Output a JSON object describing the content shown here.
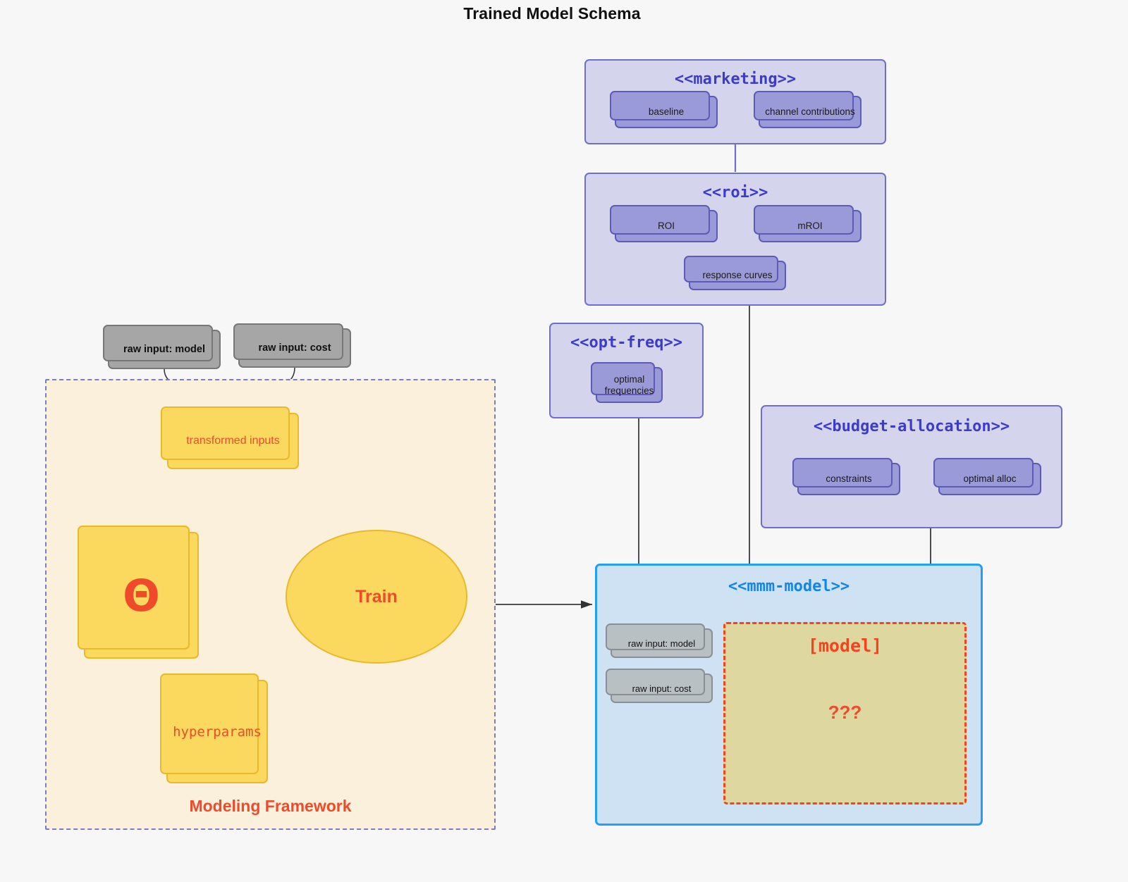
{
  "diagram": {
    "title": "Trained Model Schema",
    "kind": "uml-package-diagram"
  },
  "packages": {
    "marketing": {
      "title": "<<marketing>>",
      "nodes": [
        {
          "label": "baseline"
        },
        {
          "label": "channel contributions"
        }
      ],
      "edge": "bidirectional"
    },
    "roi": {
      "title": "<<roi>>",
      "nodes": [
        {
          "label": "ROI"
        },
        {
          "label": "mROI"
        },
        {
          "label": "response curves"
        }
      ],
      "edge": "bidirectional"
    },
    "opt_freq": {
      "title": "<<opt-freq>>",
      "nodes": [
        {
          "label_line1": "optimal",
          "label_line2": "frequencies"
        }
      ]
    },
    "budget_allocation": {
      "title": "<<budget-allocation>>",
      "nodes": [
        {
          "label": "constraints"
        },
        {
          "label": "optimal alloc"
        }
      ],
      "edge": "bidirectional"
    },
    "mmm_model": {
      "title": "<<mmm-model>>",
      "inputs": [
        {
          "label": "raw input: model"
        },
        {
          "label": "raw input: cost"
        }
      ],
      "model_box": {
        "label": "[model]",
        "unknown": "???"
      }
    }
  },
  "framework": {
    "label": "Modeling Framework",
    "raw_inputs": [
      {
        "label": "raw input: model"
      },
      {
        "label": "raw input: cost"
      }
    ],
    "transformed_inputs": {
      "label": "transformed inputs"
    },
    "theta": {
      "label": "Θ"
    },
    "hyperparams": {
      "label": "hyperparams"
    },
    "train": {
      "label": "Train"
    }
  },
  "colors": {
    "background": "#f7f7f7",
    "package_fill": "#d4d4ec",
    "package_border": "#6f6fcb",
    "package_title": "#3c3cc8",
    "node_fill": "#9a9ad8",
    "node_border": "#5c5cb8",
    "grey_fill": "#a6a6a6",
    "grey_border": "#777777",
    "framework_fill": "#faf0dc",
    "framework_border": "#7b7bc9",
    "yellow_fill": "#fbd85e",
    "yellow_border": "#e9b92c",
    "accent_red": "#ef4b2b",
    "mmm_fill": "#cfe2f4",
    "mmm_border": "#23a0f5",
    "mmm_title": "#1186e8",
    "model_fill": "#ded8a0",
    "model_border": "#f2441e"
  }
}
